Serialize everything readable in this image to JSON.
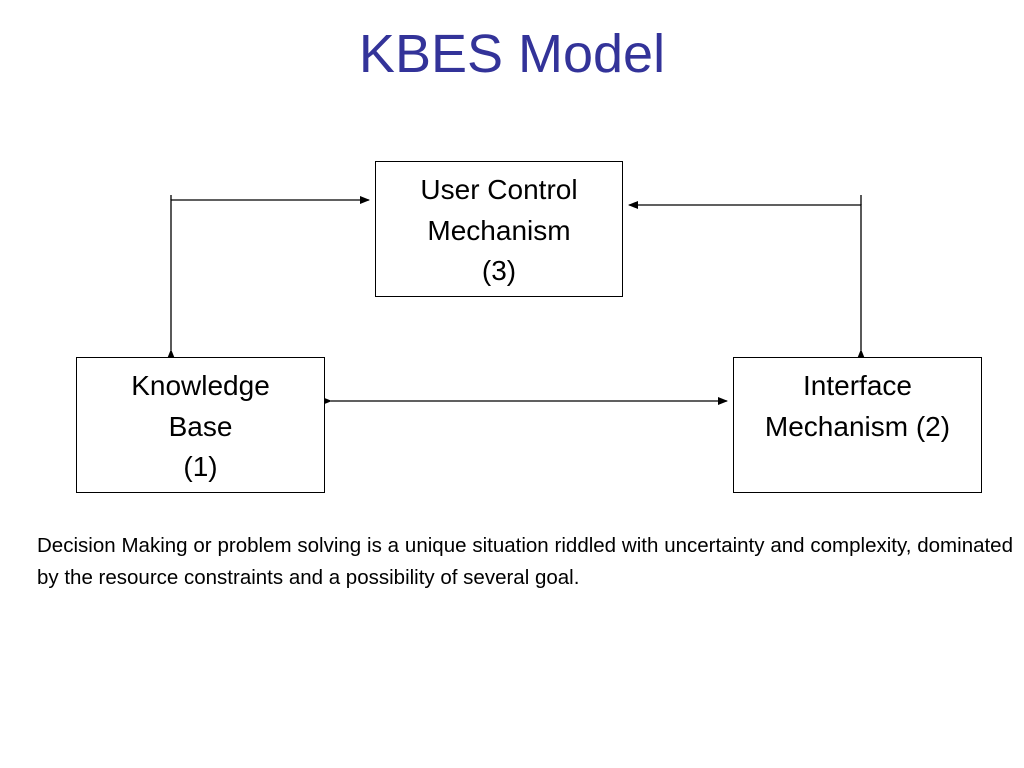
{
  "title": "KBES Model",
  "colors": {
    "title": "#333399",
    "text": "#000000",
    "lines": "#000000"
  },
  "diagram": {
    "nodes": {
      "user_control": {
        "lines": [
          "User Control",
          "Mechanism",
          "(3)"
        ]
      },
      "knowledge_base": {
        "lines": [
          "Knowledge",
          "Base",
          "(1)"
        ]
      },
      "interface": {
        "lines": [
          "Interface",
          "Mechanism (2)"
        ]
      }
    },
    "edges": [
      {
        "from": "knowledge_base",
        "to": "user_control",
        "bidirectional": true
      },
      {
        "from": "interface",
        "to": "user_control",
        "bidirectional": true
      },
      {
        "from": "knowledge_base",
        "to": "interface",
        "bidirectional": true
      }
    ]
  },
  "caption": "Decision Making or problem solving is a unique situation riddled with uncertainty and complexity, dominated by the resource constraints and a possibility of several goal."
}
